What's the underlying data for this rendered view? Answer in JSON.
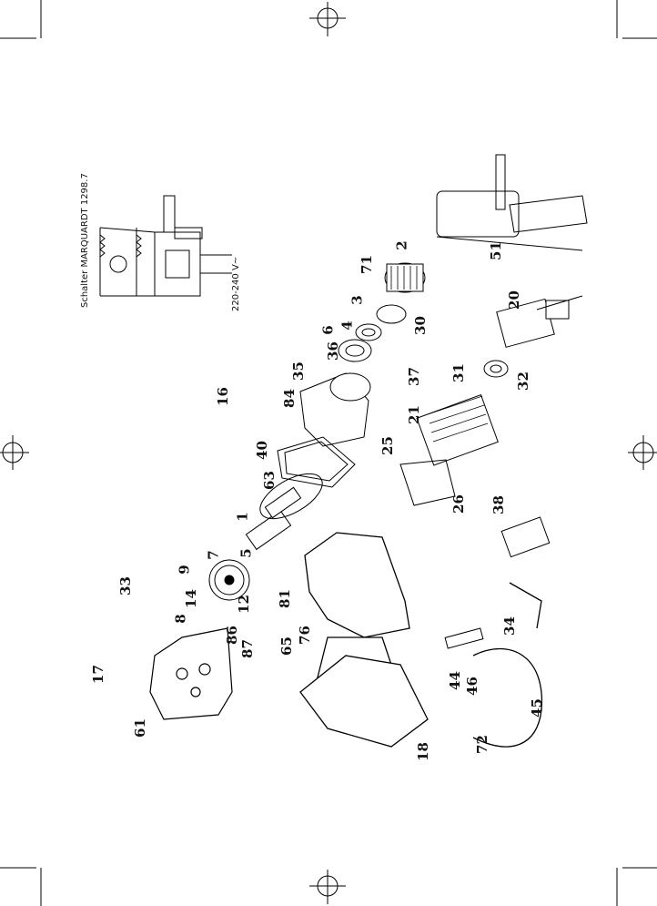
{
  "wiring": {
    "switch_text": "Schalter MARQUARDT 1298.7",
    "voltage_text": "220-240 V~"
  },
  "parts": [
    "1",
    "2",
    "3",
    "4",
    "5",
    "6",
    "7",
    "8",
    "9",
    "12",
    "14",
    "16",
    "17",
    "18",
    "20",
    "21",
    "25",
    "26",
    "30",
    "31",
    "32",
    "33",
    "34",
    "35",
    "36",
    "37",
    "38",
    "40",
    "44",
    "45",
    "46",
    "51",
    "61",
    "63",
    "65",
    "71",
    "72",
    "76",
    "81",
    "84",
    "86",
    "87"
  ]
}
